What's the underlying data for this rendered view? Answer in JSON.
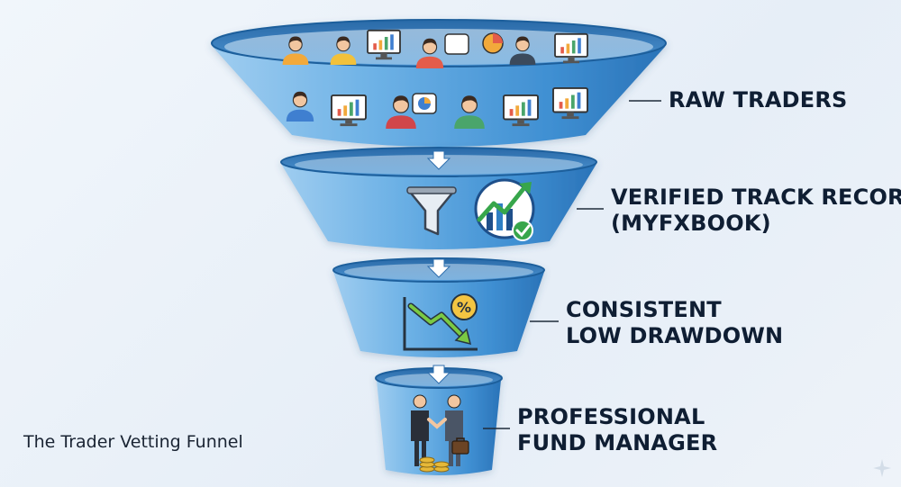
{
  "caption": "The Trader Vetting Funnel",
  "stages": [
    {
      "id": "raw-traders",
      "lines": [
        "RAW TRADERS"
      ],
      "icons": [
        "person-icon",
        "chart-monitor-icon",
        "pie-chart-icon"
      ]
    },
    {
      "id": "verified-track-record",
      "lines": [
        "VERIFIED TRACK RECORD",
        "(MYFXBOOK)"
      ],
      "icons": [
        "filter-icon",
        "verified-chart-badge-icon"
      ]
    },
    {
      "id": "consistent-low-drawdown",
      "lines": [
        "CONSISTENT",
        "LOW DRAWDOWN"
      ],
      "icons": [
        "drawdown-chart-icon",
        "percent-icon"
      ]
    },
    {
      "id": "professional-fund-manager",
      "lines": [
        "PROFESSIONAL",
        "FUND MANAGER"
      ],
      "icons": [
        "handshake-icon",
        "coin-stack-icon",
        "briefcase-icon"
      ]
    }
  ],
  "colors": {
    "funnel_light": "#bfe0f7",
    "funnel_mid": "#6fb3e6",
    "funnel_dark": "#2f7fc4",
    "rim_dark": "#1f5f9c",
    "arrow": "#ffffff",
    "label_text": "#0f1e33"
  }
}
